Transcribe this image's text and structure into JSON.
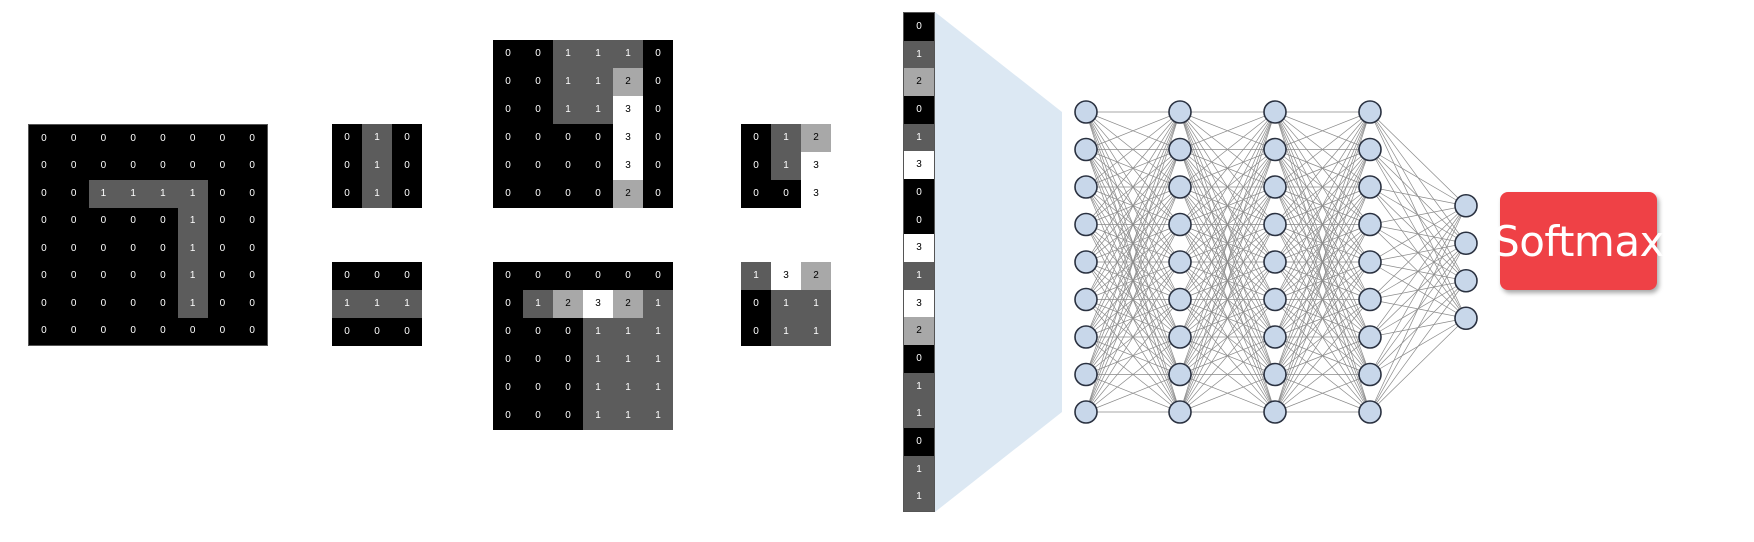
{
  "colors": {
    "v0": "#000000",
    "v1": "#5c5c5c",
    "v2": "#a8a8a8",
    "v3": "#ffffff",
    "neuron_fill": "#c8d7ea",
    "neuron_stroke": "#2a3140",
    "connection": "#8a8a8a",
    "funnel": "#dce8f3",
    "softmax_bg": "#ef4146"
  },
  "input_image": [
    [
      "0",
      "0",
      "0",
      "0",
      "0",
      "0",
      "0",
      "0"
    ],
    [
      "0",
      "0",
      "0",
      "0",
      "0",
      "0",
      "0",
      "0"
    ],
    [
      "0",
      "0",
      "1",
      "1",
      "1",
      "1",
      "0",
      "0"
    ],
    [
      "0",
      "0",
      "0",
      "0",
      "0",
      "1",
      "0",
      "0"
    ],
    [
      "0",
      "0",
      "0",
      "0",
      "0",
      "1",
      "0",
      "0"
    ],
    [
      "0",
      "0",
      "0",
      "0",
      "0",
      "1",
      "0",
      "0"
    ],
    [
      "0",
      "0",
      "0",
      "0",
      "0",
      "1",
      "0",
      "0"
    ],
    [
      "0",
      "0",
      "0",
      "0",
      "0",
      "0",
      "0",
      "0"
    ]
  ],
  "kernels": {
    "vertical": [
      [
        "0",
        "1",
        "0"
      ],
      [
        "0",
        "1",
        "0"
      ],
      [
        "0",
        "1",
        "0"
      ]
    ],
    "horizontal": [
      [
        "0",
        "0",
        "0"
      ],
      [
        "1",
        "1",
        "1"
      ],
      [
        "0",
        "0",
        "0"
      ]
    ]
  },
  "feature_maps": {
    "top": [
      [
        "0",
        "0",
        "1",
        "1",
        "1",
        "0"
      ],
      [
        "0",
        "0",
        "1",
        "1",
        "2",
        "0"
      ],
      [
        "0",
        "0",
        "1",
        "1",
        "3",
        "0"
      ],
      [
        "0",
        "0",
        "0",
        "0",
        "3",
        "0"
      ],
      [
        "0",
        "0",
        "0",
        "0",
        "3",
        "0"
      ],
      [
        "0",
        "0",
        "0",
        "0",
        "2",
        "0"
      ]
    ],
    "bottom": [
      [
        "0",
        "0",
        "0",
        "0",
        "0",
        "0"
      ],
      [
        "0",
        "1",
        "2",
        "3",
        "2",
        "1"
      ],
      [
        "0",
        "0",
        "0",
        "1",
        "1",
        "1"
      ],
      [
        "0",
        "0",
        "0",
        "1",
        "1",
        "1"
      ],
      [
        "0",
        "0",
        "0",
        "1",
        "1",
        "1"
      ],
      [
        "0",
        "0",
        "0",
        "1",
        "1",
        "1"
      ]
    ]
  },
  "pooled_maps": {
    "top": [
      [
        "0",
        "1",
        "2"
      ],
      [
        "0",
        "1",
        "3"
      ],
      [
        "0",
        "0",
        "3"
      ]
    ],
    "bottom": [
      [
        "1",
        "3",
        "2"
      ],
      [
        "0",
        "1",
        "1"
      ],
      [
        "0",
        "1",
        "1"
      ]
    ]
  },
  "flattened": [
    "0",
    "1",
    "2",
    "0",
    "1",
    "3",
    "0",
    "0",
    "3",
    "1",
    "3",
    "2",
    "0",
    "1",
    "1",
    "0",
    "1",
    "1"
  ],
  "network_layers": [
    9,
    9,
    9,
    9,
    4
  ],
  "softmax_label": "Softmax"
}
